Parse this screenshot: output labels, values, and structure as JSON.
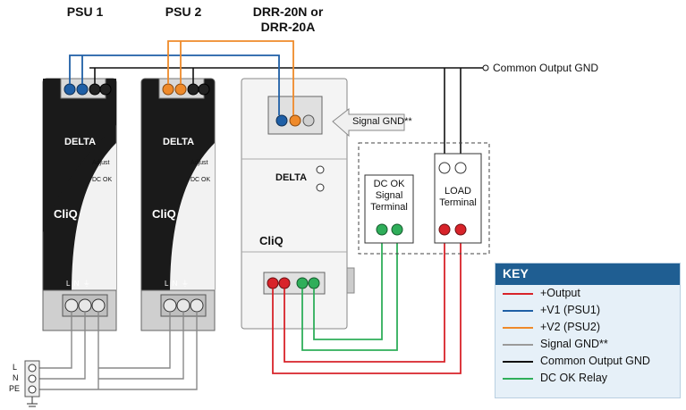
{
  "headers": {
    "psu1": "PSU 1",
    "psu2": "PSU 2",
    "drr": "DRR-20N or\nDRR-20A"
  },
  "labels": {
    "common_output_gnd": "Common Output GND",
    "signal_gnd": "Signal GND**",
    "dc_ok_terminal": "DC OK\nSignal\nTerminal",
    "load_terminal": "LOAD\nTerminal",
    "mains_l": "L",
    "mains_n": "N",
    "mains_pe": "PE"
  },
  "device": {
    "brand": "DELTA",
    "series": "CliQ",
    "adjust": "Adjust",
    "dc_ok": "DC OK",
    "psu_terminals": "L  N  ⏚"
  },
  "key": {
    "title": "KEY",
    "items": [
      {
        "label": "+Output",
        "color": "#d8232a"
      },
      {
        "label": "+V1 (PSU1)",
        "color": "#1f5fa6"
      },
      {
        "label": "+V2 (PSU2)",
        "color": "#ef8a2a"
      },
      {
        "label": "Signal GND**",
        "color": "#9a9a9a"
      },
      {
        "label": "Common Output GND",
        "color": "#111111"
      },
      {
        "label": "DC OK Relay",
        "color": "#2fae5a"
      }
    ]
  },
  "colors": {
    "output": "#d8232a",
    "v1": "#1f5fa6",
    "v2": "#ef8a2a",
    "signal_gnd": "#9a9a9a",
    "common_gnd": "#111111",
    "dc_ok": "#2fae5a",
    "key_header": "#1f5e92",
    "key_bg": "#e6f0f8"
  }
}
